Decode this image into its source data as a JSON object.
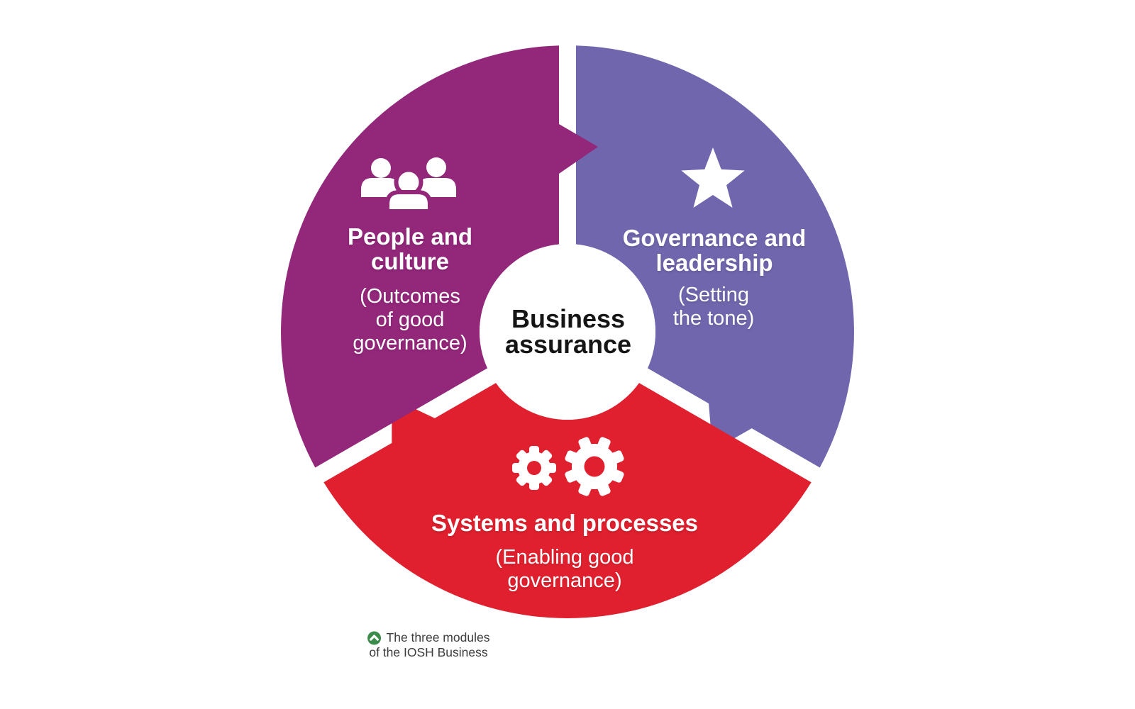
{
  "diagram": {
    "center": {
      "title": "Business\nassurance"
    },
    "segments": [
      {
        "id": "people-culture",
        "title": "People and\nculture",
        "subtitle": "(Outcomes\nof good\ngovernance)",
        "color": "#93277A",
        "icon": "people-icon"
      },
      {
        "id": "governance-leadership",
        "title": "Governance and\nleadership",
        "subtitle": "(Setting\nthe tone)",
        "color": "#7066AD",
        "icon": "star-icon"
      },
      {
        "id": "systems-processes",
        "title": "Systems and processes",
        "subtitle": "(Enabling good\ngovernance)",
        "color": "#E0202E",
        "icon": "gears-icon"
      }
    ],
    "caption": {
      "line1": "The three modules",
      "line2": "of the IOSH Business",
      "icon_color": "#3B8C4B"
    }
  }
}
